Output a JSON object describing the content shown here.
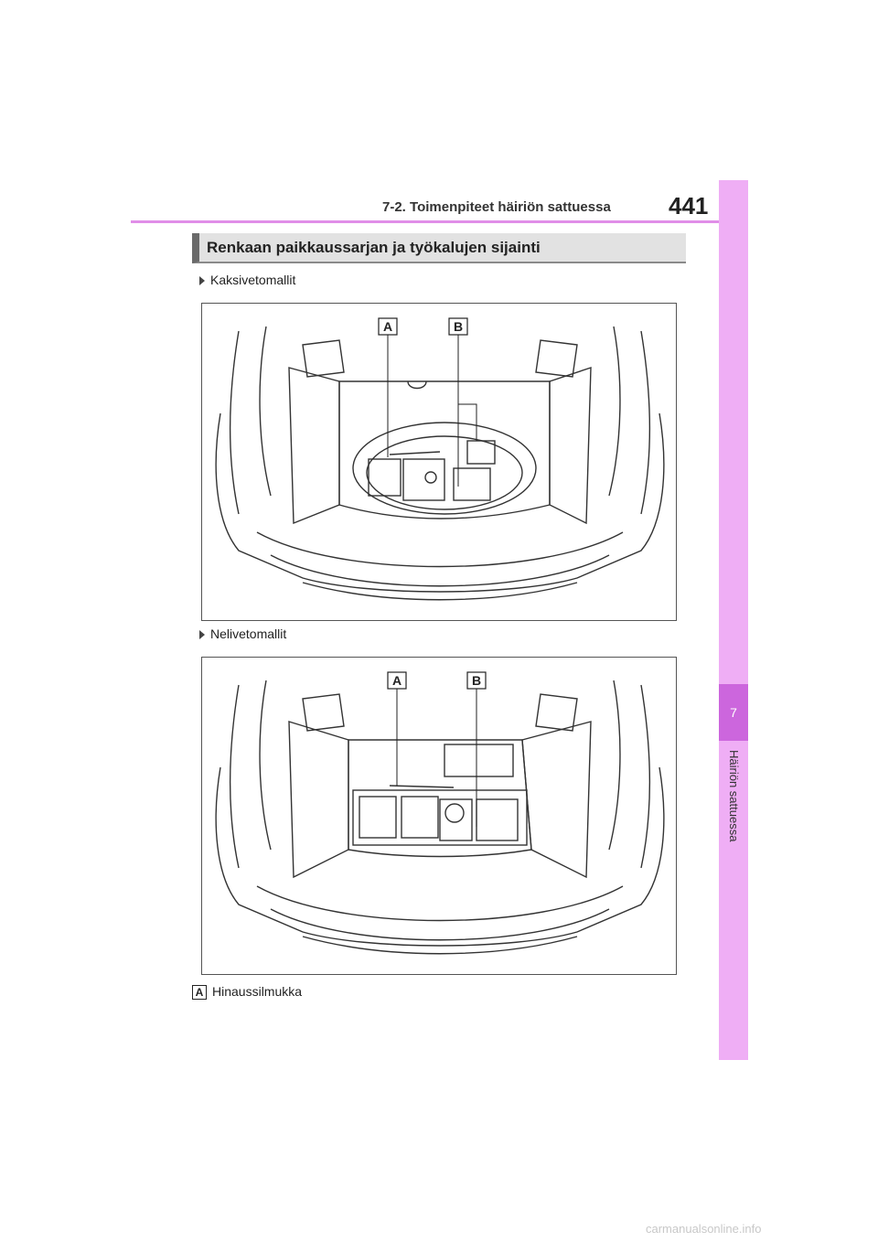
{
  "header": {
    "section_title": "7-2. Toimenpiteet häiriön sattuessa",
    "page_number": "441"
  },
  "side_tab": {
    "chapter_number": "7",
    "chapter_title": "Häiriön sattuessa"
  },
  "section": {
    "heading": "Renkaan paikkaussarjan ja työkalujen sijainti"
  },
  "figures": [
    {
      "caption": "Kaksivetomallit",
      "callouts": [
        "A",
        "B"
      ]
    },
    {
      "caption": "Nelivetomallit",
      "callouts": [
        "A",
        "B"
      ]
    }
  ],
  "legend": {
    "badge": "A",
    "text": "Hinaussilmukka"
  },
  "watermark": "carmanualsonline.info"
}
